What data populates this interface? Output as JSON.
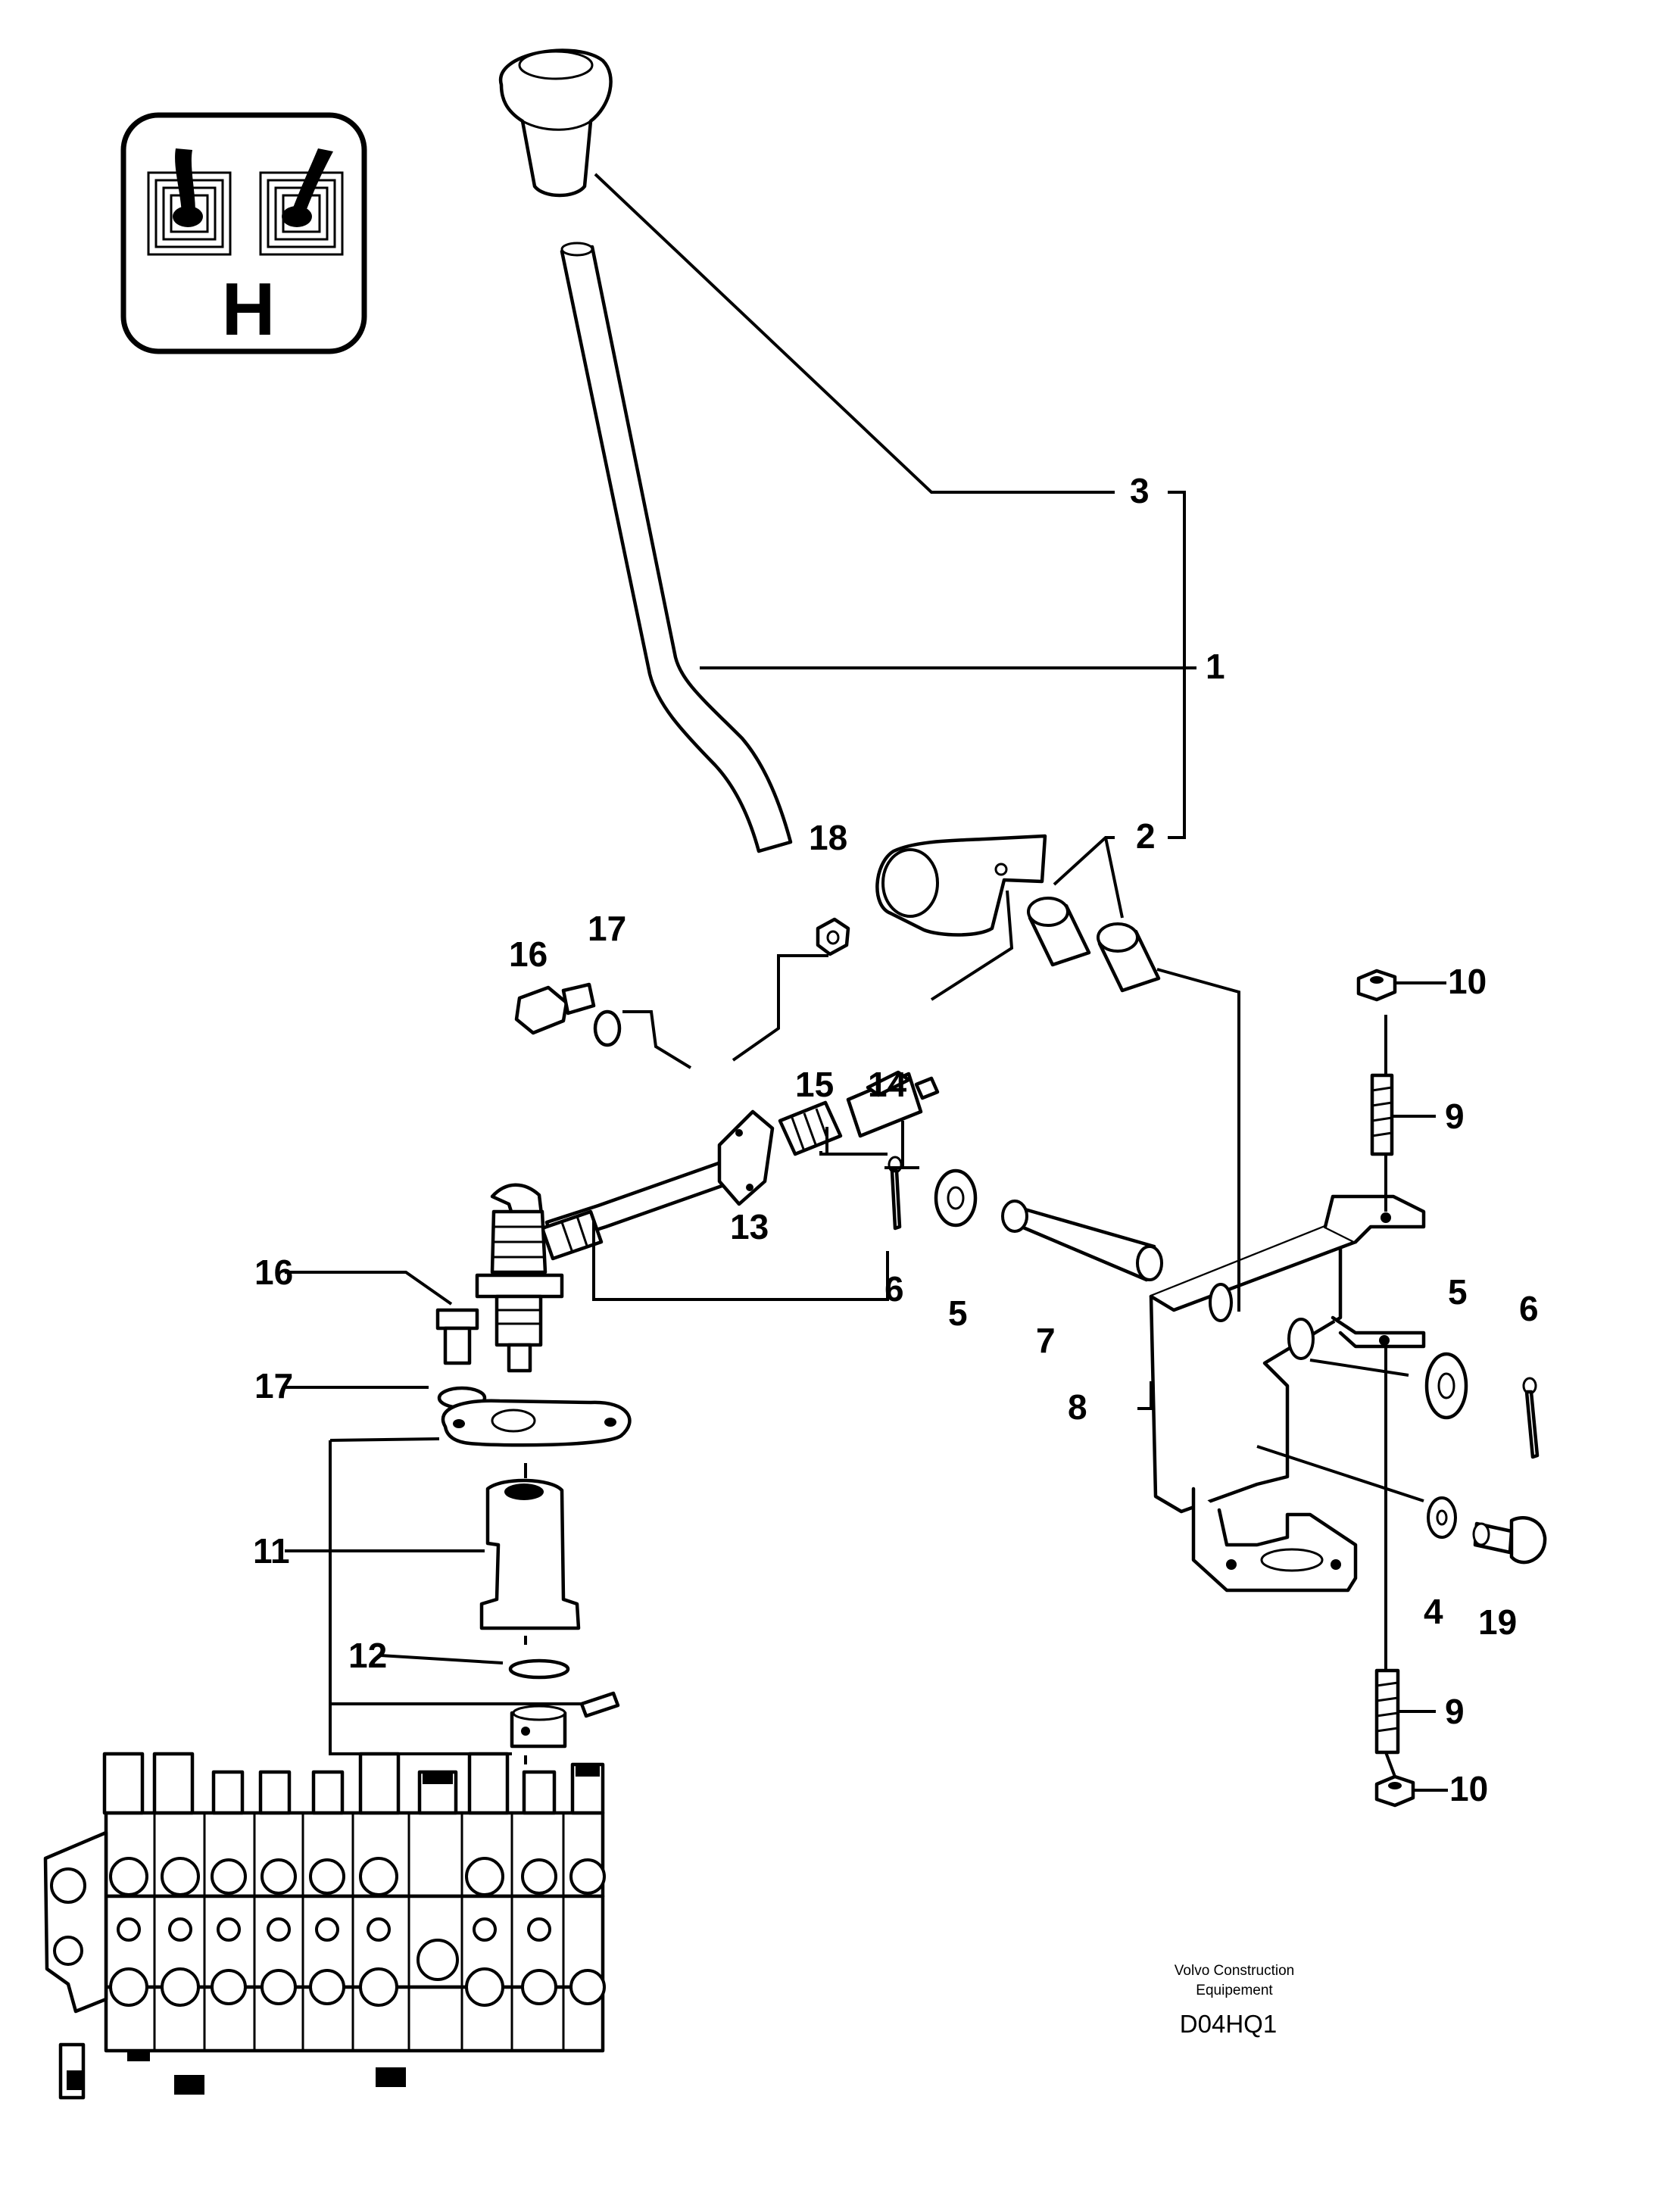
{
  "pattern_badge": {
    "letter": "H",
    "icon": "dual-joystick-icon"
  },
  "callouts": {
    "c1": "1",
    "c2": "2",
    "c3": "3",
    "c4": "4",
    "c5a": "5",
    "c5b": "5",
    "c6a": "6",
    "c6b": "6",
    "c7": "7",
    "c8": "8",
    "c9a": "9",
    "c9b": "9",
    "c10a": "10",
    "c10b": "10",
    "c11": "11",
    "c12": "12",
    "c13": "13",
    "c14": "14",
    "c15": "15",
    "c16a": "16",
    "c16b": "16",
    "c17a": "17",
    "c17b": "17",
    "c18": "18",
    "c19": "19"
  },
  "footer": {
    "company_line1": "Volvo Construction",
    "company_line2": "Equipement",
    "drawing_code": "D04HQ1"
  }
}
